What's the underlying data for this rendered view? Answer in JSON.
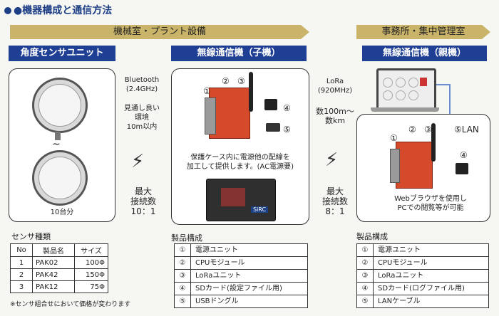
{
  "title": "●機器構成と通信方法",
  "banner_left": "機械室・プラント設備",
  "banner_right": "事務所・集中管理室",
  "col1": {
    "header": "角度センサユニット",
    "count": "10台分",
    "tilde": "~",
    "sensor_title": "センサ種類",
    "table_headers": [
      "No",
      "製品名",
      "サイズ"
    ],
    "table_rows": [
      [
        "1",
        "PAK02",
        "100Φ"
      ],
      [
        "2",
        "PAK42",
        "150Φ"
      ],
      [
        "3",
        "PAK12",
        "75Φ"
      ]
    ],
    "note": "※センサ組合せにおいて価格が変わります"
  },
  "link1": {
    "proto": "Bluetooth",
    "freq": "(2.4GHz)",
    "env1": "見通し良い",
    "env2": "環境",
    "range": "10m以内",
    "max": "最大",
    "conn": "接続数",
    "ratio": "10：1"
  },
  "col2": {
    "header": "無線通信機（子機）",
    "nums": [
      "①",
      "②",
      "③",
      "④",
      "⑤"
    ],
    "caption1": "保護ケース内に電源他の配線を",
    "caption2": "加工して提供します。(AC電源要)",
    "brand": "SiRC",
    "list_title": "製品構成",
    "list": [
      [
        "①",
        "電源ユニット"
      ],
      [
        "②",
        "CPUモジュール"
      ],
      [
        "③",
        "LoRaユニット"
      ],
      [
        "④",
        "SDカード(設定ファイル用)"
      ],
      [
        "⑤",
        "USBドングル"
      ]
    ]
  },
  "link2": {
    "proto": "LoRa",
    "freq": "(920MHz)",
    "range1": "数100m～",
    "range2": "数km",
    "max": "最大",
    "conn": "接続数",
    "ratio": "8：1"
  },
  "col3": {
    "header": "無線通信機（親機）",
    "nums": [
      "①",
      "②",
      "③",
      "④",
      "⑤LAN"
    ],
    "caption1": "Webブラウザを使用し",
    "caption2": "PCでの閲覧等が可能",
    "list_title": "製品構成",
    "list": [
      [
        "①",
        "電源ユニット"
      ],
      [
        "②",
        "CPUモジュール"
      ],
      [
        "③",
        "LoRaユニット"
      ],
      [
        "④",
        "SDカード(ログファイル用)"
      ],
      [
        "⑤",
        "LANケーブル"
      ]
    ]
  }
}
